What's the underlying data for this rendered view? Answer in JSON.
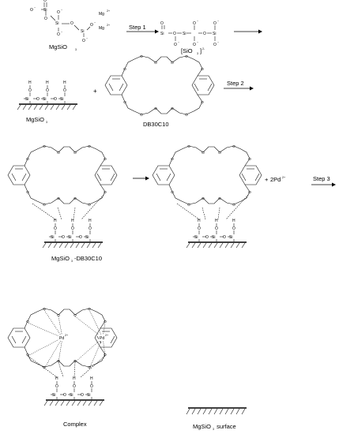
{
  "steps": {
    "step1": "Step 1",
    "step2": "Step 2",
    "step3": "Step 3"
  },
  "reagents": {
    "pd_ion": "2Pd",
    "pd_charge": "2+",
    "plus": "+"
  },
  "labels": {
    "mgsio3_reactant": "MgSiO",
    "mgsio3_reactant_sub": "3",
    "silicate_ion": "[SiO",
    "silicate_ion_sub": "3",
    "silicate_ion_close": "]",
    "silicate_ion_charge": "2-",
    "mg_ion": "Mg",
    "mg_charge": "2+",
    "mgsio3_surface": "MgSiO",
    "mgsio3_surface_sub": "3",
    "crown_ether": "DB30C10",
    "hybrid_main": "MgSiO",
    "hybrid_sub": "3",
    "hybrid_rest": "-DB30C10",
    "complex": "Complex",
    "legend_surface": "MgSiO",
    "legend_surface_sub": "3",
    "legend_surface_rest": " surface"
  },
  "atoms": {
    "si": "Si",
    "o": "O",
    "h": "H",
    "o_minus": "O",
    "minus": "−",
    "pd": "Pd",
    "pd_sup": "2+"
  }
}
